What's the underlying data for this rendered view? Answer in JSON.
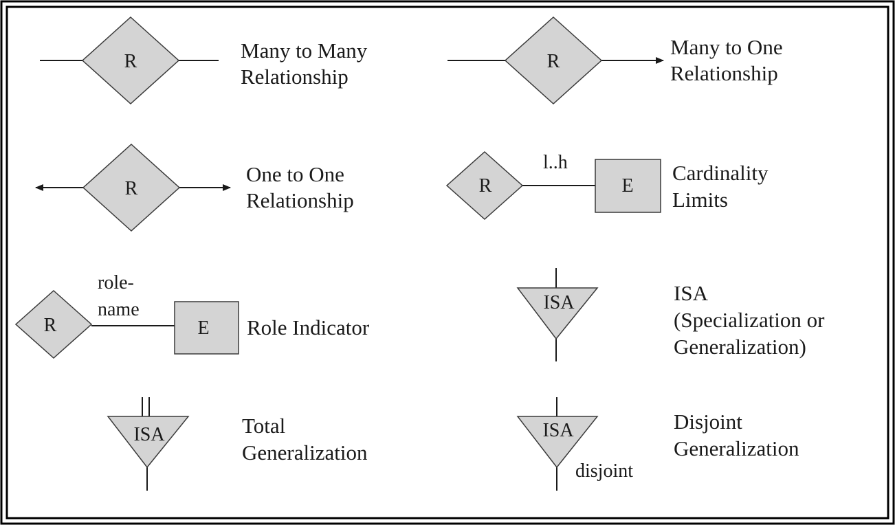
{
  "symbols": {
    "relationship": "R",
    "entity": "E",
    "isa": "ISA"
  },
  "legend": {
    "many_to_many": {
      "line1": "Many to Many",
      "line2": "Relationship"
    },
    "many_to_one": {
      "line1": "Many to One",
      "line2": "Relationship"
    },
    "one_to_one": {
      "line1": "One to One",
      "line2": "Relationship"
    },
    "cardinality": {
      "range": "l..h",
      "line1": "Cardinality",
      "line2": "Limits"
    },
    "role": {
      "role_line1": "role-",
      "role_line2": "name",
      "label": "Role Indicator"
    },
    "isa": {
      "line1": "ISA",
      "line2": "(Specialization or",
      "line3": "Generalization)"
    },
    "total": {
      "line1": "Total",
      "line2": "Generalization"
    },
    "disjoint": {
      "tag": "disjoint",
      "line1": "Disjoint",
      "line2": "Generalization"
    }
  }
}
